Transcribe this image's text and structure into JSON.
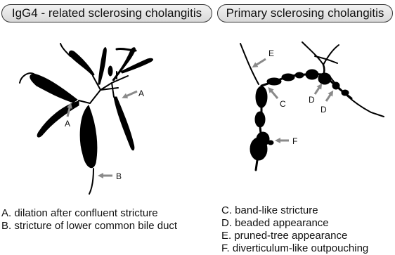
{
  "panels": [
    {
      "title": "IgG4 - related sclerosing cholangitis",
      "labels": {
        "a_upper": "A",
        "a_lower": "A",
        "b": "B"
      },
      "legend": [
        "A. dilation after confluent stricture",
        "B. stricture of lower common bile duct"
      ]
    },
    {
      "title": "Primary sclerosing cholangitis",
      "labels": {
        "e": "E",
        "c": "C",
        "d_left": "D",
        "d_right": "D",
        "f": "F"
      },
      "legend": [
        "C. band-like stricture",
        "D. beaded appearance",
        "E. pruned-tree appearance",
        "F. diverticulum-like outpouching"
      ]
    }
  ],
  "colors": {
    "duct": "#000000",
    "arrow": "#8a8a8a",
    "pill_border": "#333333"
  }
}
